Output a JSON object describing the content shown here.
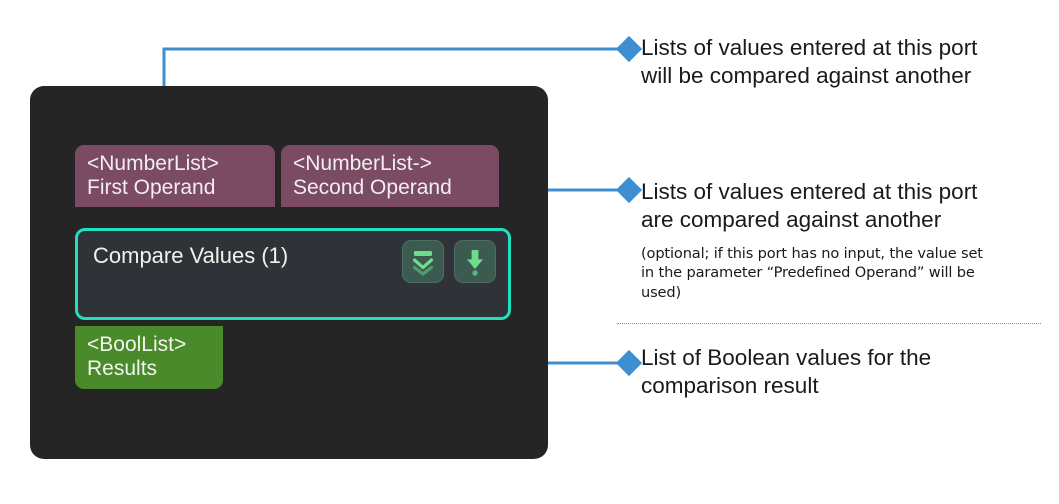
{
  "node": {
    "title": "Compare Values (1)",
    "accent_border_color": "#22dfbe",
    "card_background": "#252525",
    "body_background": "#2f3337",
    "input_ports": [
      {
        "type_label": "<NumberList>",
        "name_label": "First Operand",
        "color": "#7b4a63"
      },
      {
        "type_label": "<NumberList->",
        "name_label": "Second Operand",
        "color": "#7b4a63"
      }
    ],
    "output_ports": [
      {
        "type_label": "<BoolList>",
        "name_label": "Results",
        "color": "#4a8a2a"
      }
    ],
    "icon_buttons": [
      {
        "icon": "collapse-all-icon",
        "color": "#6fdc8c"
      },
      {
        "icon": "arrow-down-dot-icon",
        "color": "#6fdc8c"
      }
    ]
  },
  "annotations": [
    {
      "id": "first-operand-annotation",
      "text": "Lists of values entered at this port\nwill be compared against another",
      "sub_text": ""
    },
    {
      "id": "second-operand-annotation",
      "text": "Lists of values entered at this port\nare compared against another",
      "sub_text": "(optional; if this port has no input, the value set\nin the parameter “Predefined Operand” will be\nused)"
    },
    {
      "id": "results-annotation",
      "text": "List of Boolean values for the\ncomparison result",
      "sub_text": ""
    }
  ],
  "connector": {
    "color": "#3d8fd1"
  }
}
